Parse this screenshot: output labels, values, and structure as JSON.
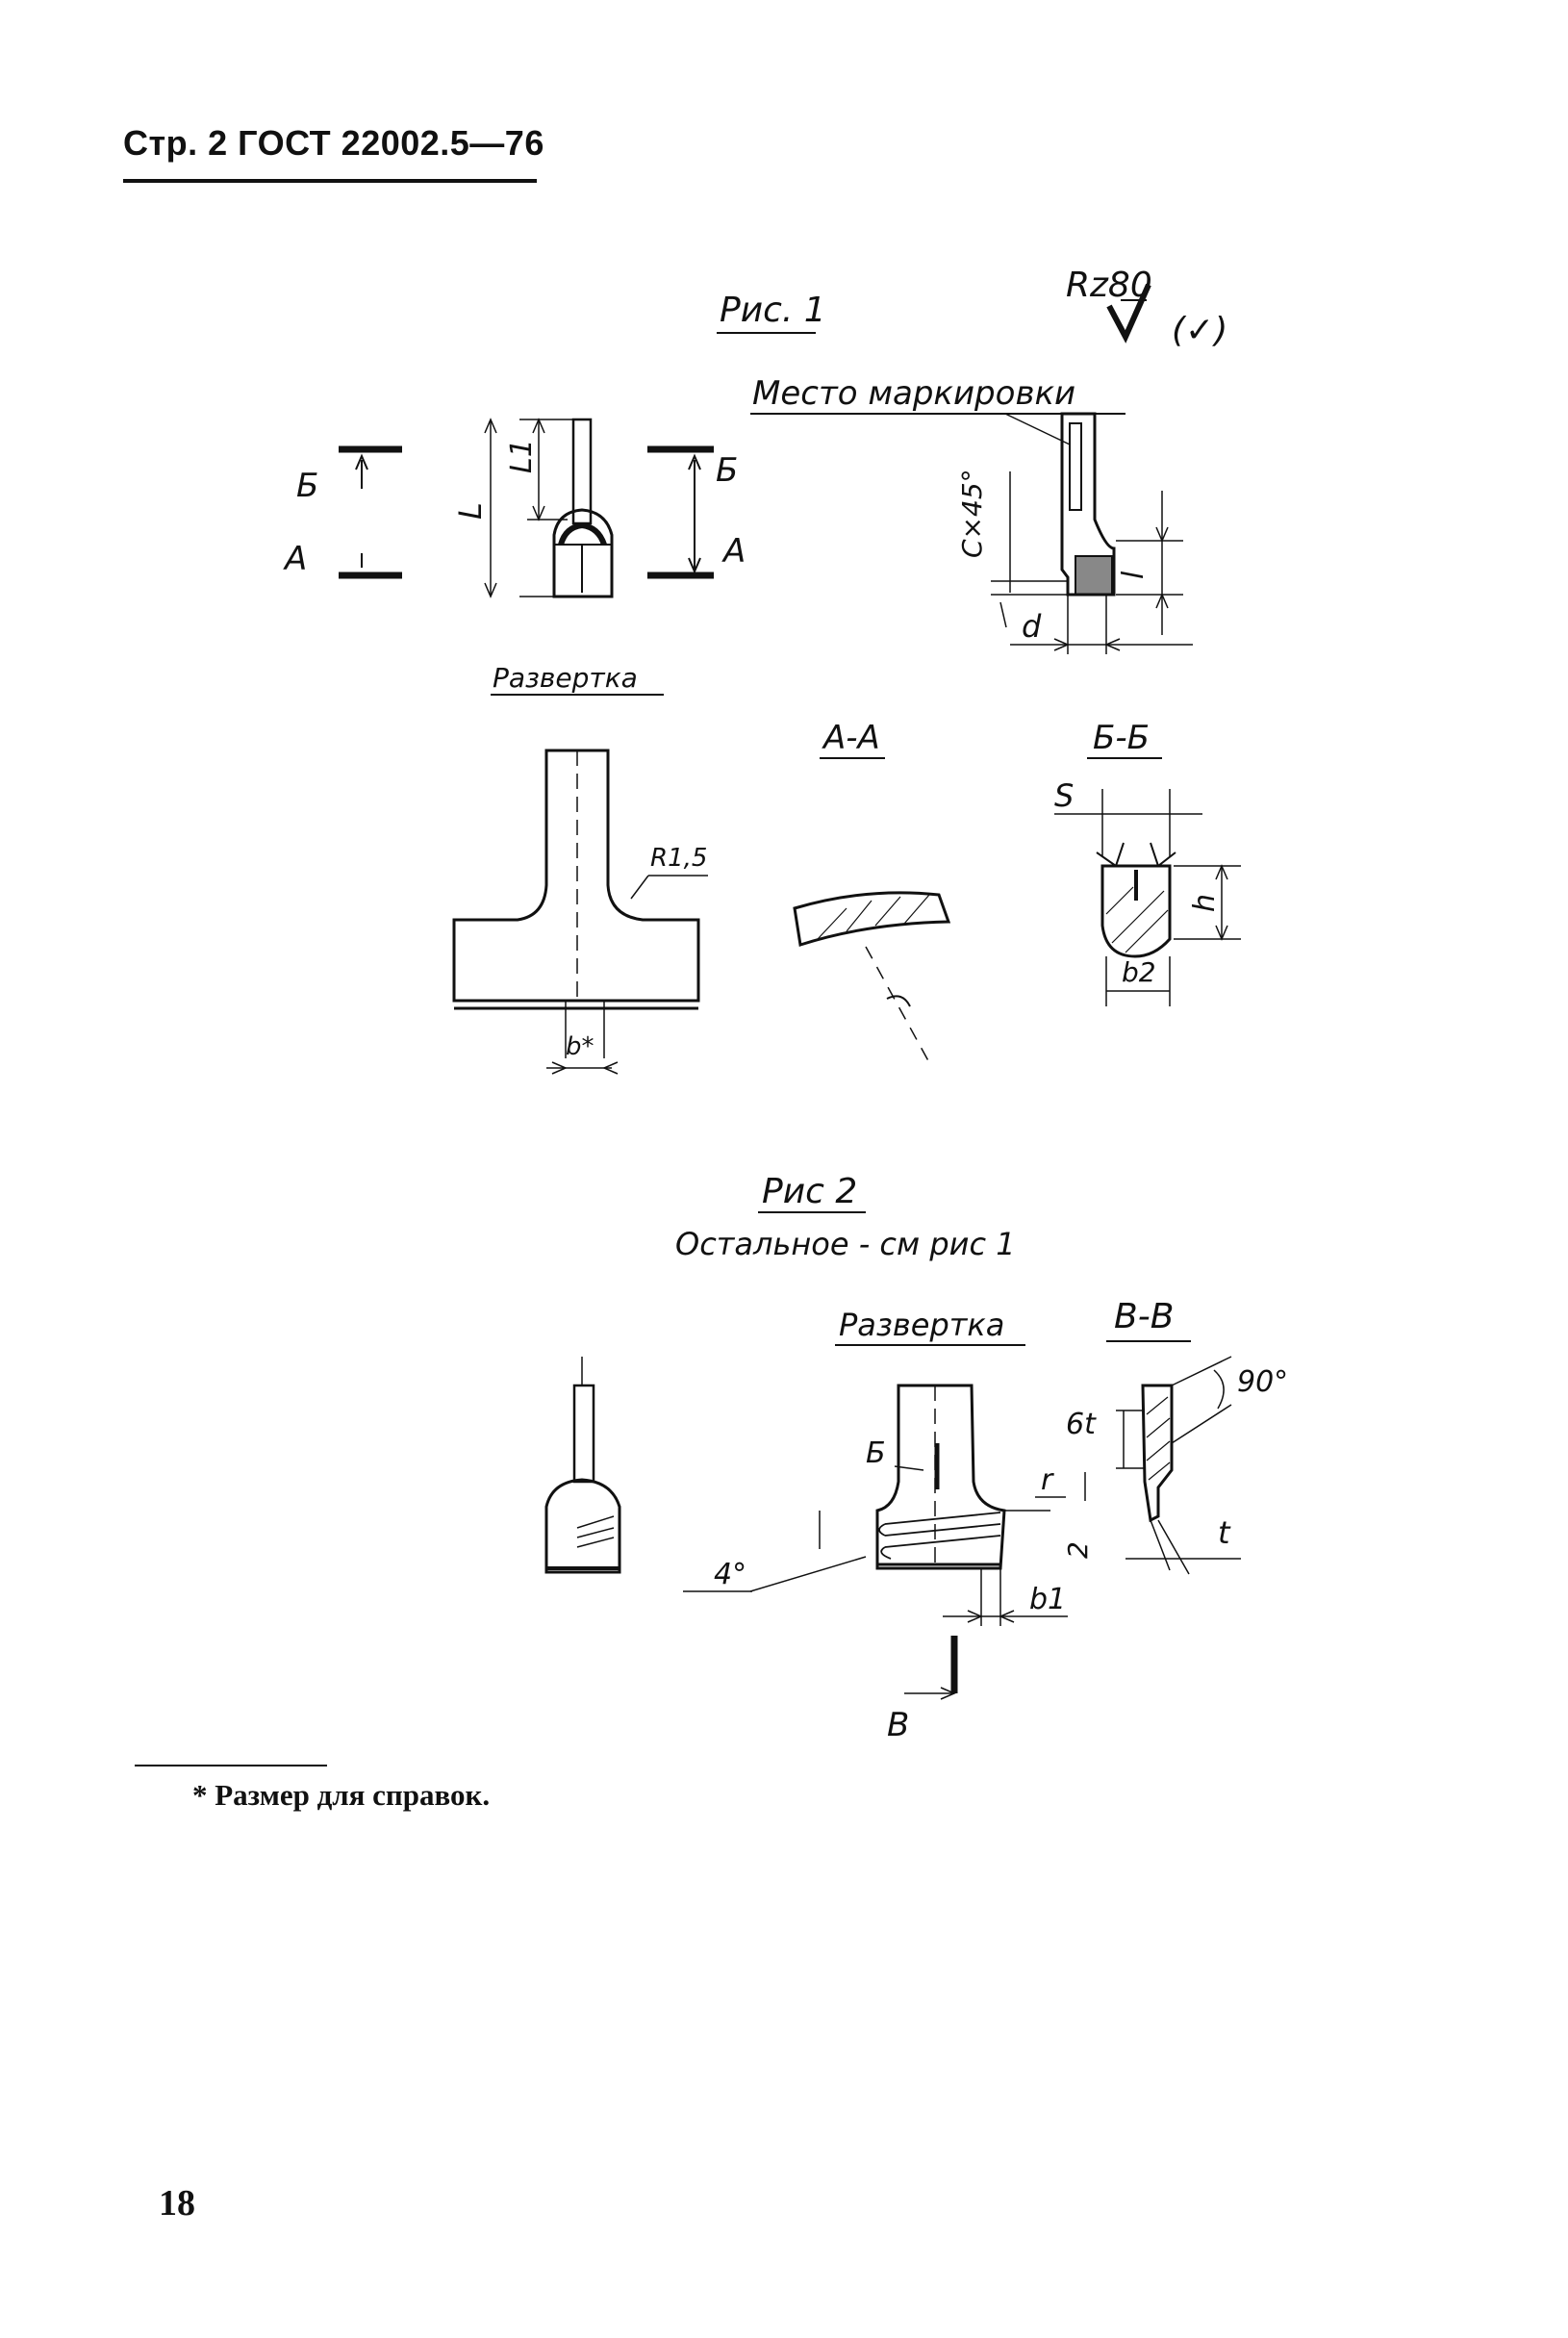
{
  "header": {
    "title": "Стр. 2 ГОСТ 22002.5—76"
  },
  "figure1": {
    "caption": "Рис. 1",
    "roughness": "Rz80",
    "roughness_all": "(✓)",
    "marking_label": "Место маркировки",
    "dim_L": "L",
    "dim_L1": "L1",
    "section_B_mark": "Б",
    "section_A_mark": "А",
    "chamfer": "C×45°",
    "dim_l": "l",
    "dim_d": "d",
    "unfold_label": "Развертка",
    "radius": "R1,5",
    "dim_b": "b*",
    "section_AA": "А-А",
    "section_BB": "Б-Б",
    "dim_s": "S",
    "dim_h": "h",
    "dim_b2": "b2"
  },
  "figure2": {
    "caption": "Рис 2",
    "note": "Остальное - см рис 1",
    "unfold_label": "Развертка",
    "section_VV": "В-В",
    "angle_90": "90°",
    "dim_6t": "6t",
    "dim_r": "r",
    "dim_2": "2",
    "dim_t": "t",
    "angle_4": "4°",
    "dim_b1": "b1",
    "mark_B": "Б",
    "mark_V": "В"
  },
  "footnote": "* Размер для справок.",
  "page_number": "18"
}
